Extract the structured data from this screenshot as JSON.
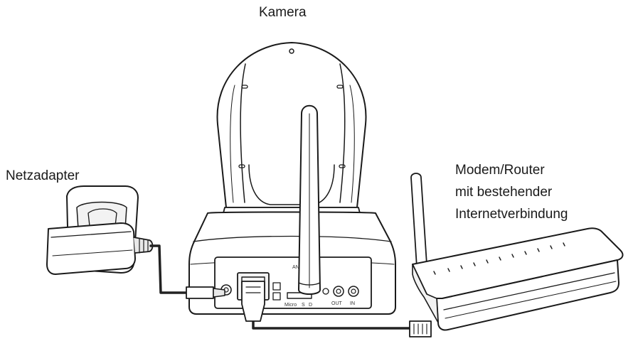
{
  "labels": {
    "camera": "Kamera",
    "adapter": "Netzadapter",
    "router_lines": [
      "Modem/Router",
      "mit bestehender",
      "Internetverbindung"
    ]
  },
  "camera_panel": {
    "port_ant": "ANT",
    "port_micro": "Micro",
    "port_s": "S",
    "port_d": "D",
    "port_out": "OUT",
    "port_in": "IN"
  },
  "colors": {
    "line": "#1a1a1a",
    "fill": "#ffffff",
    "shade": "#e8e8e8",
    "cable": "#222222"
  }
}
